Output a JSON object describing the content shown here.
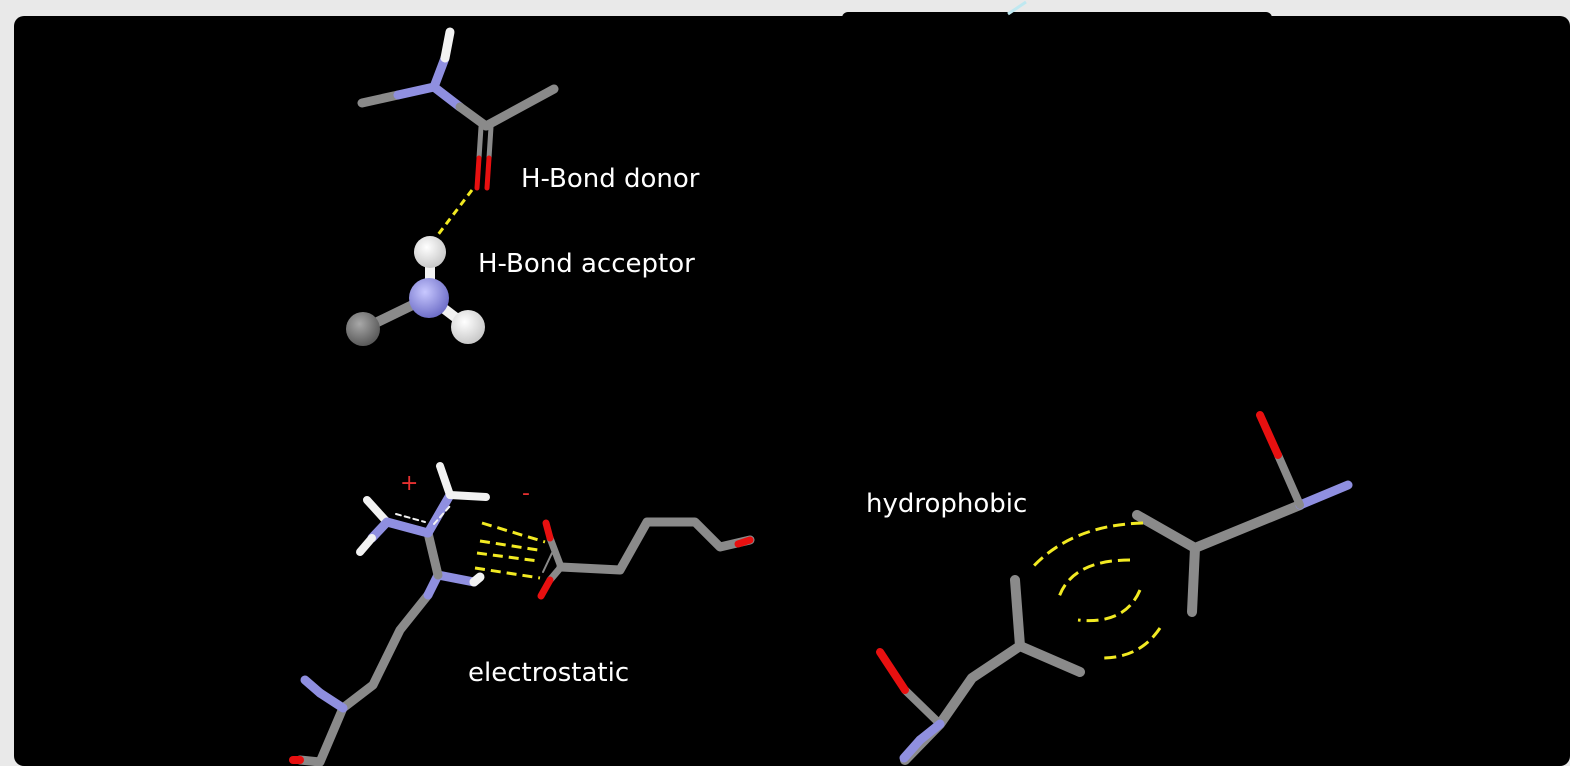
{
  "labels": {
    "hbond_donor": "H-Bond donor",
    "hbond_acceptor": "H-Bond acceptor",
    "electrostatic": "electrostatic",
    "hydrophobic": "hydrophobic",
    "plus_sign": "+",
    "minus_sign": "-"
  },
  "colors": {
    "background": "#000000",
    "carbon": "#8a8a8a",
    "nitrogen": "#8f8fe0",
    "oxygen": "#e81010",
    "hydrogen": "#f2f2f2",
    "interaction": "#f2ea22",
    "charge": "#e53030"
  }
}
